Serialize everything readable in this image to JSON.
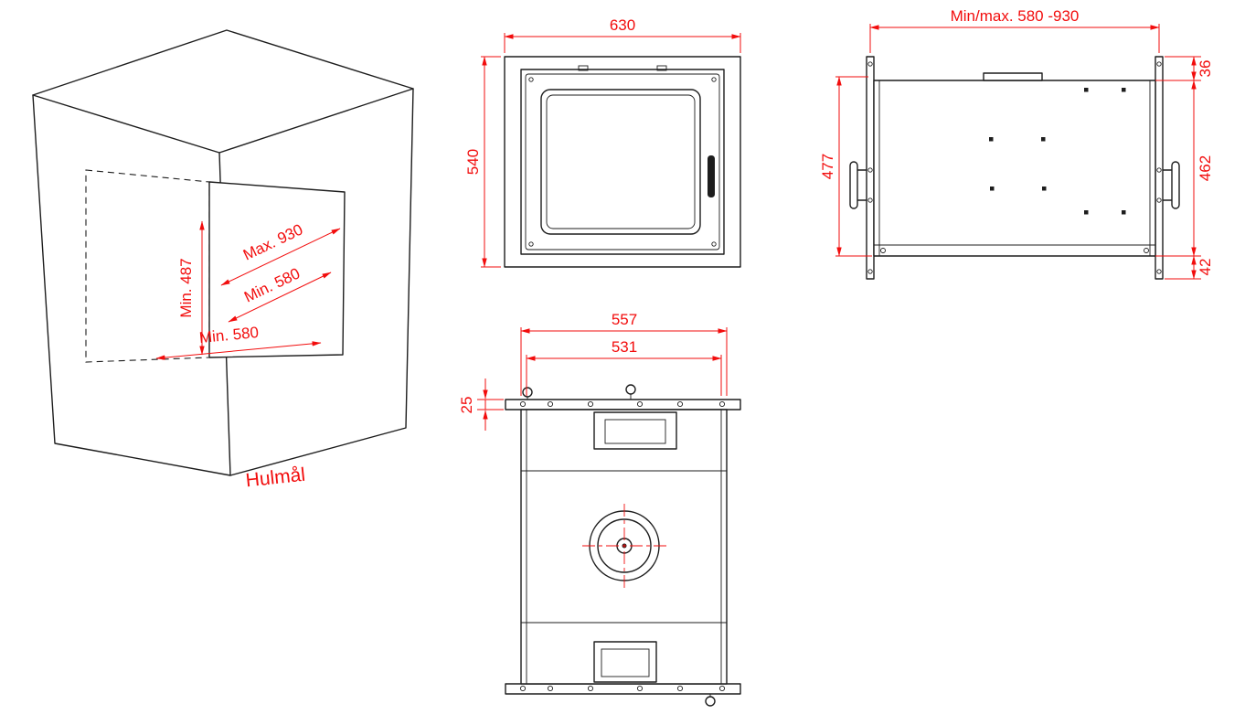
{
  "colors": {
    "dimension_red": "#f20d0d",
    "line_black": "#1d1d1d",
    "background": "#ffffff"
  },
  "views": {
    "isometric": {
      "name": "wall-cavity-isometric",
      "caption": "Hulmål",
      "dims": {
        "cavity_height": "Min. 487",
        "cavity_width_max": "Max. 930",
        "cavity_width_min": "Min. 580",
        "cavity_depth": "Min. 580"
      }
    },
    "front": {
      "name": "front-view",
      "dims": {
        "width": "630",
        "height": "540"
      }
    },
    "rear": {
      "name": "rear-view",
      "dims": {
        "flange_width_range": "Min/max. 580 -930",
        "top_flange_offset": "36",
        "body_height": "462",
        "bottom_flange_offset": "42",
        "overall_height": "477"
      }
    },
    "top": {
      "name": "top-view",
      "dims": {
        "body_width": "557",
        "inner_width": "531",
        "flange_depth": "25"
      }
    }
  }
}
